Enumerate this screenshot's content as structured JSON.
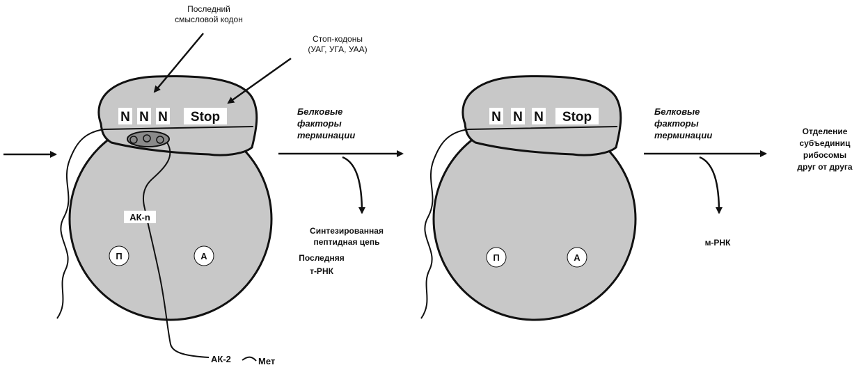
{
  "labels": {
    "last_sense_codon": [
      "Последний",
      "смысловой кодон"
    ],
    "stop_codons": [
      "Стоп-кодоны",
      "(УАГ, УГА, УАА)"
    ],
    "codons_1": [
      "N",
      "N",
      "N",
      "Stop"
    ],
    "codons_2": [
      "N",
      "N",
      "N",
      "Stop"
    ],
    "factors_1": [
      "Белковые",
      "факторы",
      "терминации"
    ],
    "factors_2": [
      "Белковые",
      "факторы",
      "терминации"
    ],
    "products_1": [
      "Синтезированная",
      "пептидная цепь",
      "Последняя",
      "т-РНК"
    ],
    "product_2": "м-РНК",
    "separation": [
      "Отделение",
      "субъединиц",
      "рибосомы",
      "друг от друга"
    ],
    "ak_n": "АК-n",
    "ak_2": "АК-2",
    "met": "Мет",
    "site_p_1": "П",
    "site_a_1": "А",
    "site_p_2": "П",
    "site_a_2": "А"
  },
  "colors": {
    "ribosome_fill": "#c8c8c8",
    "outline": "#111111"
  }
}
